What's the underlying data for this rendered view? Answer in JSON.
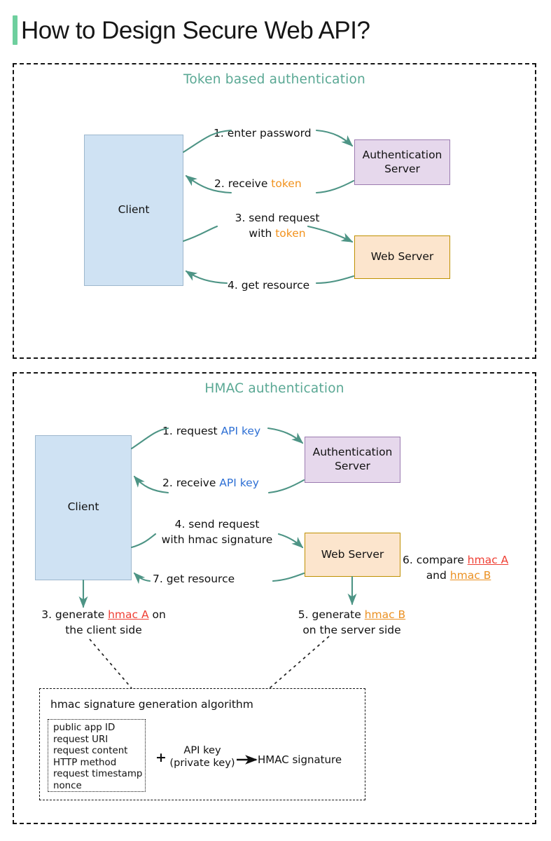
{
  "page": {
    "title": "How to Design Secure Web API?",
    "accent_color": "#6ecf9e",
    "background": "#ffffff"
  },
  "colors": {
    "panel_title": "#5aa894",
    "arrow": "#4d9485",
    "client_fill": "#cfe2f3",
    "client_border": "#9db7cd",
    "auth_fill": "#e6d8ec",
    "auth_border": "#9b7bb0",
    "web_fill": "#fce5cd",
    "web_border": "#bf9000",
    "token_text": "#f2921d",
    "api_key_text": "#2d6fd4",
    "hmac_a_text": "#ef3f34",
    "hmac_b_text": "#eb9123"
  },
  "token_section": {
    "title": "Token based authentication",
    "nodes": {
      "client": "Client",
      "auth_server": "Authentication\nServer",
      "auth_server_line1": "Authentication",
      "auth_server_line2": "Server",
      "web_server": "Web Server"
    },
    "steps": [
      {
        "id": "t1",
        "prefix": "1. enter password",
        "highlight": "",
        "suffix": "",
        "direction": "client-to-auth"
      },
      {
        "id": "t2",
        "prefix": "2. receive ",
        "highlight": "token",
        "suffix": "",
        "direction": "auth-to-client"
      },
      {
        "id": "t3",
        "line1": "3.  send request",
        "line2_prefix": "with ",
        "line2_highlight": "token",
        "direction": "client-to-web"
      },
      {
        "id": "t4",
        "prefix": "4. get resource",
        "highlight": "",
        "suffix": "",
        "direction": "web-to-client"
      }
    ]
  },
  "hmac_section": {
    "title": "HMAC authentication",
    "nodes": {
      "client": "Client",
      "auth_server_line1": "Authentication",
      "auth_server_line2": "Server",
      "web_server": "Web Server"
    },
    "steps": {
      "s1_prefix": "1. request ",
      "s1_highlight": "API key",
      "s2_prefix": "2. receive ",
      "s2_highlight": "API key",
      "s3_line1_prefix": "3. generate ",
      "s3_line1_highlight": "hmac A",
      "s3_line1_suffix": " on",
      "s3_line2": "the client side",
      "s4_line1": "4. send request",
      "s4_line2": "with hmac signature",
      "s5_line1_prefix": "5. generate ",
      "s5_line1_highlight": "hmac B",
      "s5_line2": "on the server side",
      "s6_line1_prefix": "6. compare ",
      "s6_line1_highlight": "hmac A",
      "s6_line2_prefix": "and ",
      "s6_line2_highlight": "hmac B",
      "s7": "7. get resource"
    }
  },
  "algorithm_box": {
    "title": "hmac signature generation algorithm",
    "inputs": [
      "public app ID",
      "request URI",
      "request content",
      "HTTP method",
      "request timestamp",
      "nonce"
    ],
    "plus": "+",
    "key_line1": "API key",
    "key_line2": "(private key)",
    "output": "HMAC signature"
  }
}
